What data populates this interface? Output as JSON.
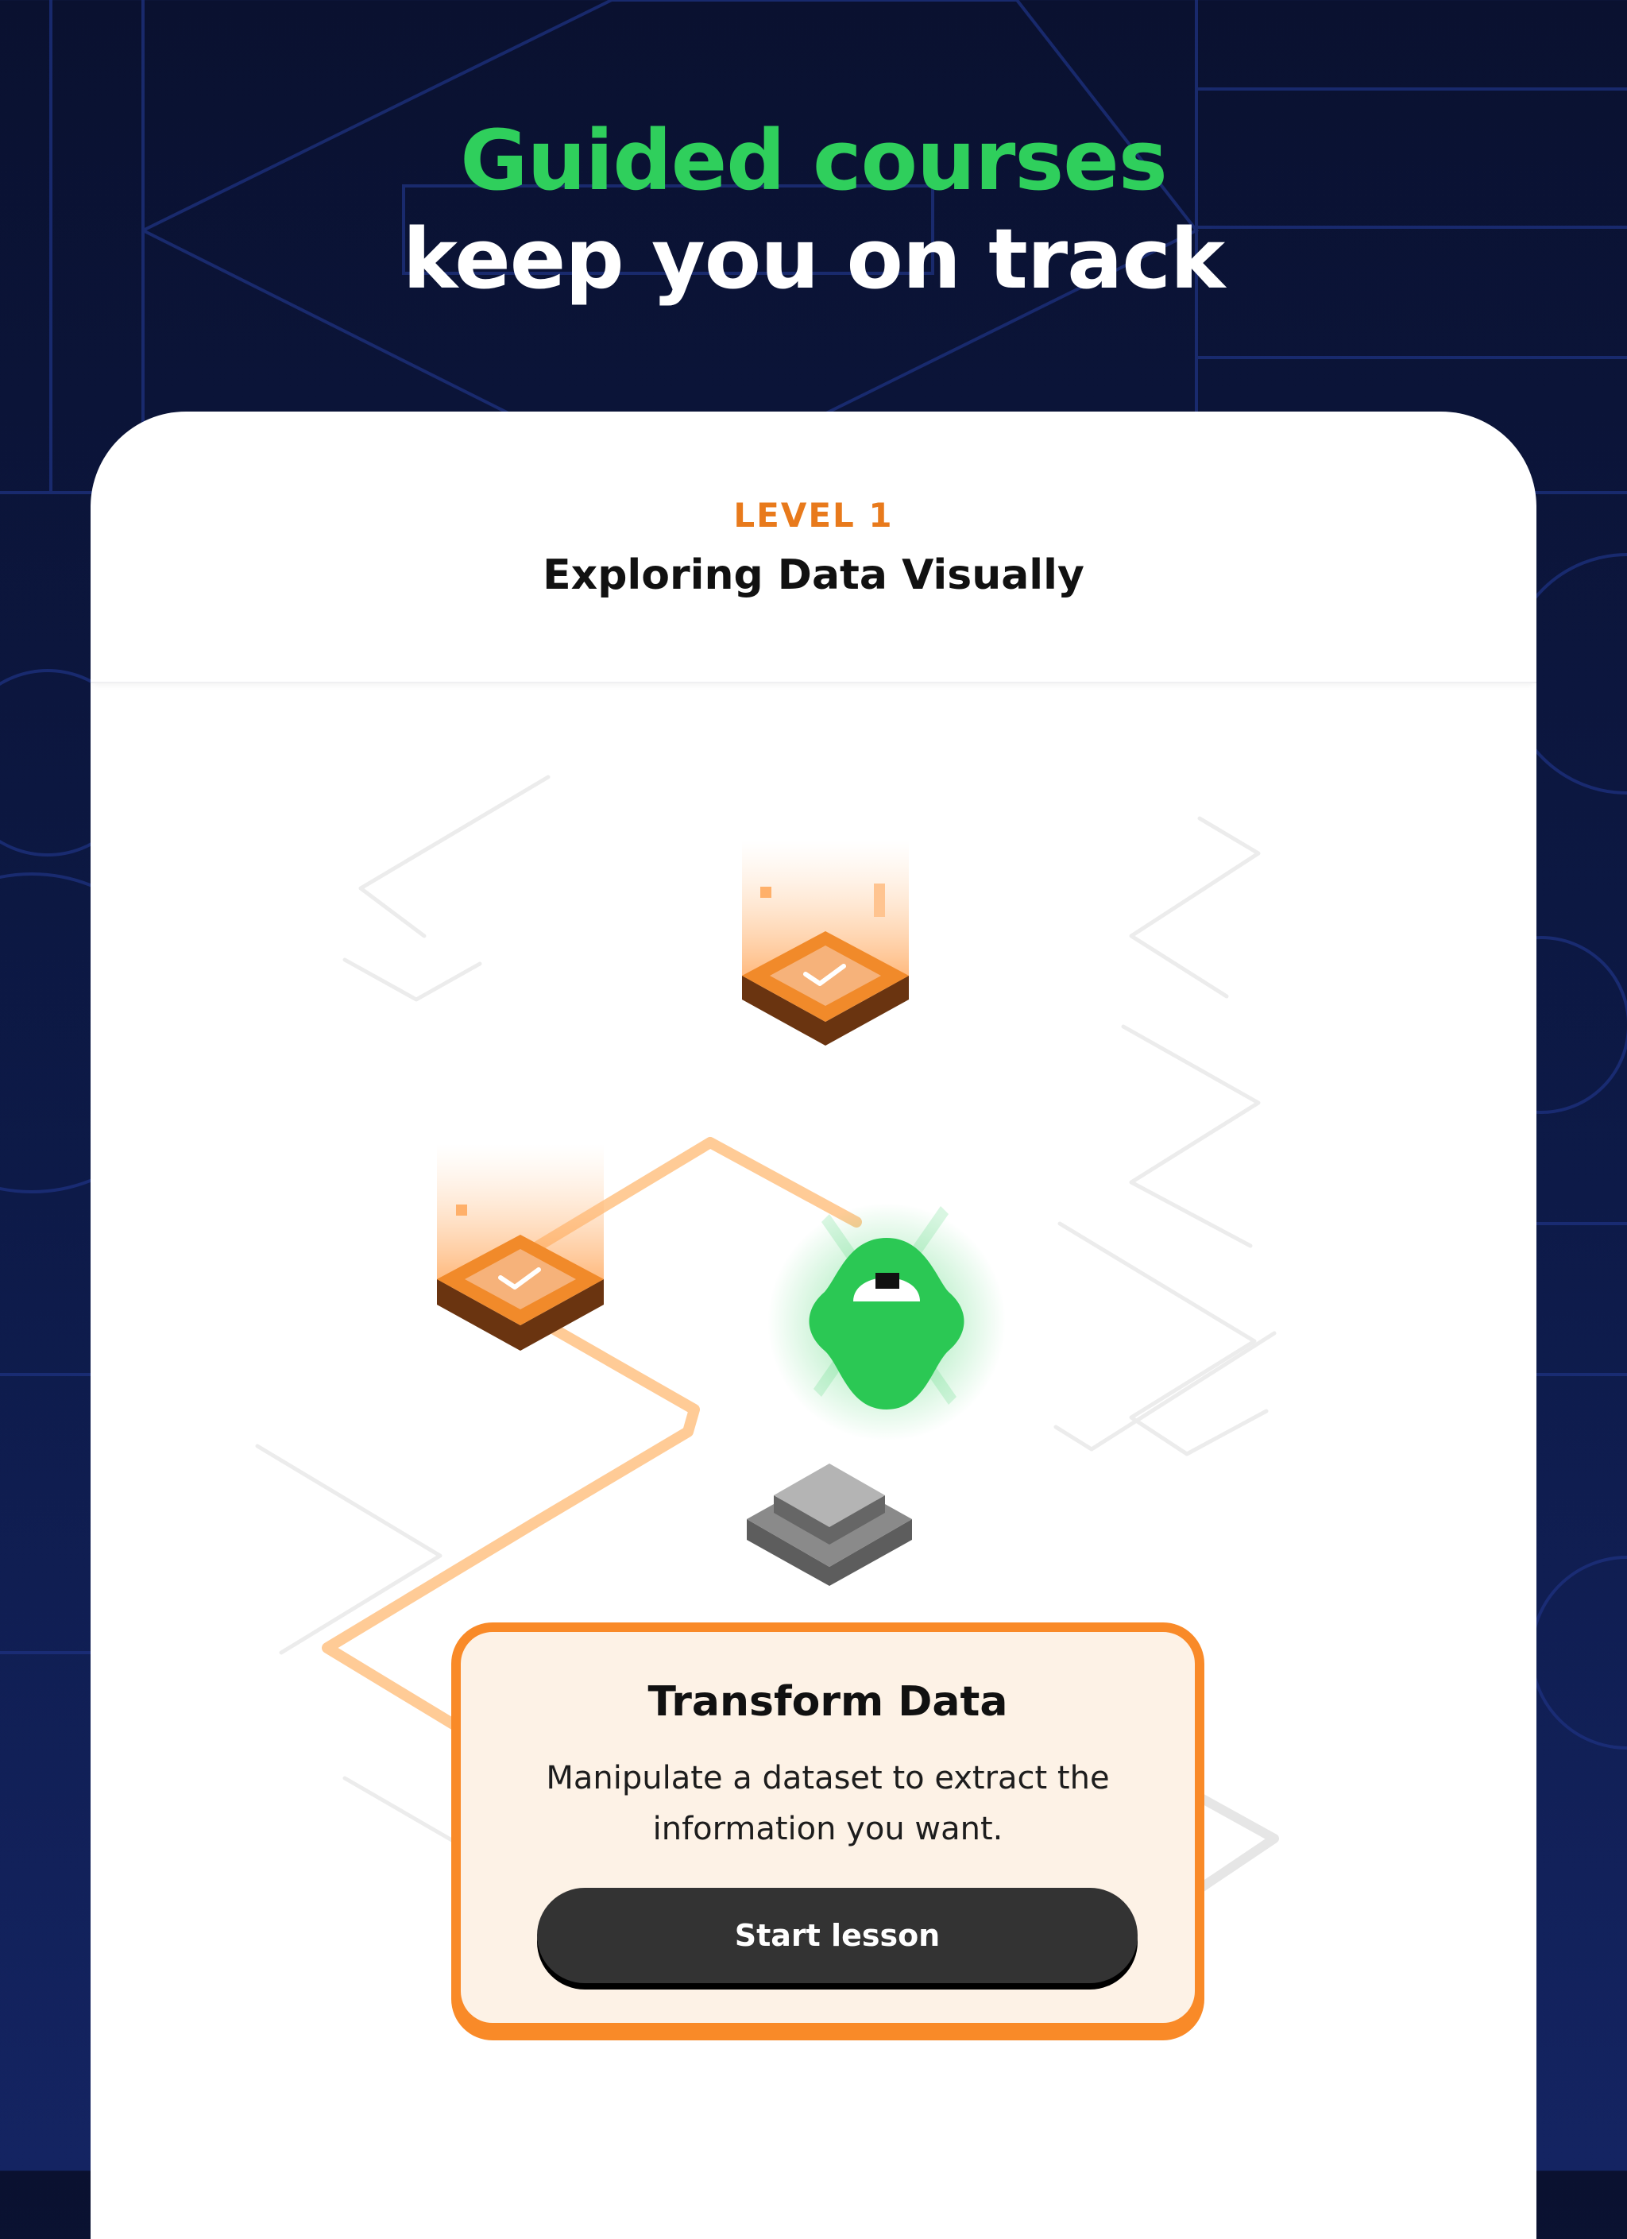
{
  "headline": {
    "line1": "Guided courses",
    "line2": "keep you on track"
  },
  "level": {
    "label": "LEVEL 1",
    "title": "Exploring Data Visually"
  },
  "lesson_path": {
    "completed_steps": 2,
    "current_step_mascot": "green-mascot",
    "next_step": "locked-gray-block"
  },
  "tooltip": {
    "title": "Transform Data",
    "description": "Manipulate a dataset to extract the information you want.",
    "button_label": "Start lesson"
  },
  "colors": {
    "accent_green": "#2fcf5c",
    "accent_orange": "#f98a28",
    "level_orange": "#e87a1c",
    "background_navy": "#0a1130",
    "button_dark": "#333333",
    "tooltip_bg": "#fdf2e6"
  }
}
